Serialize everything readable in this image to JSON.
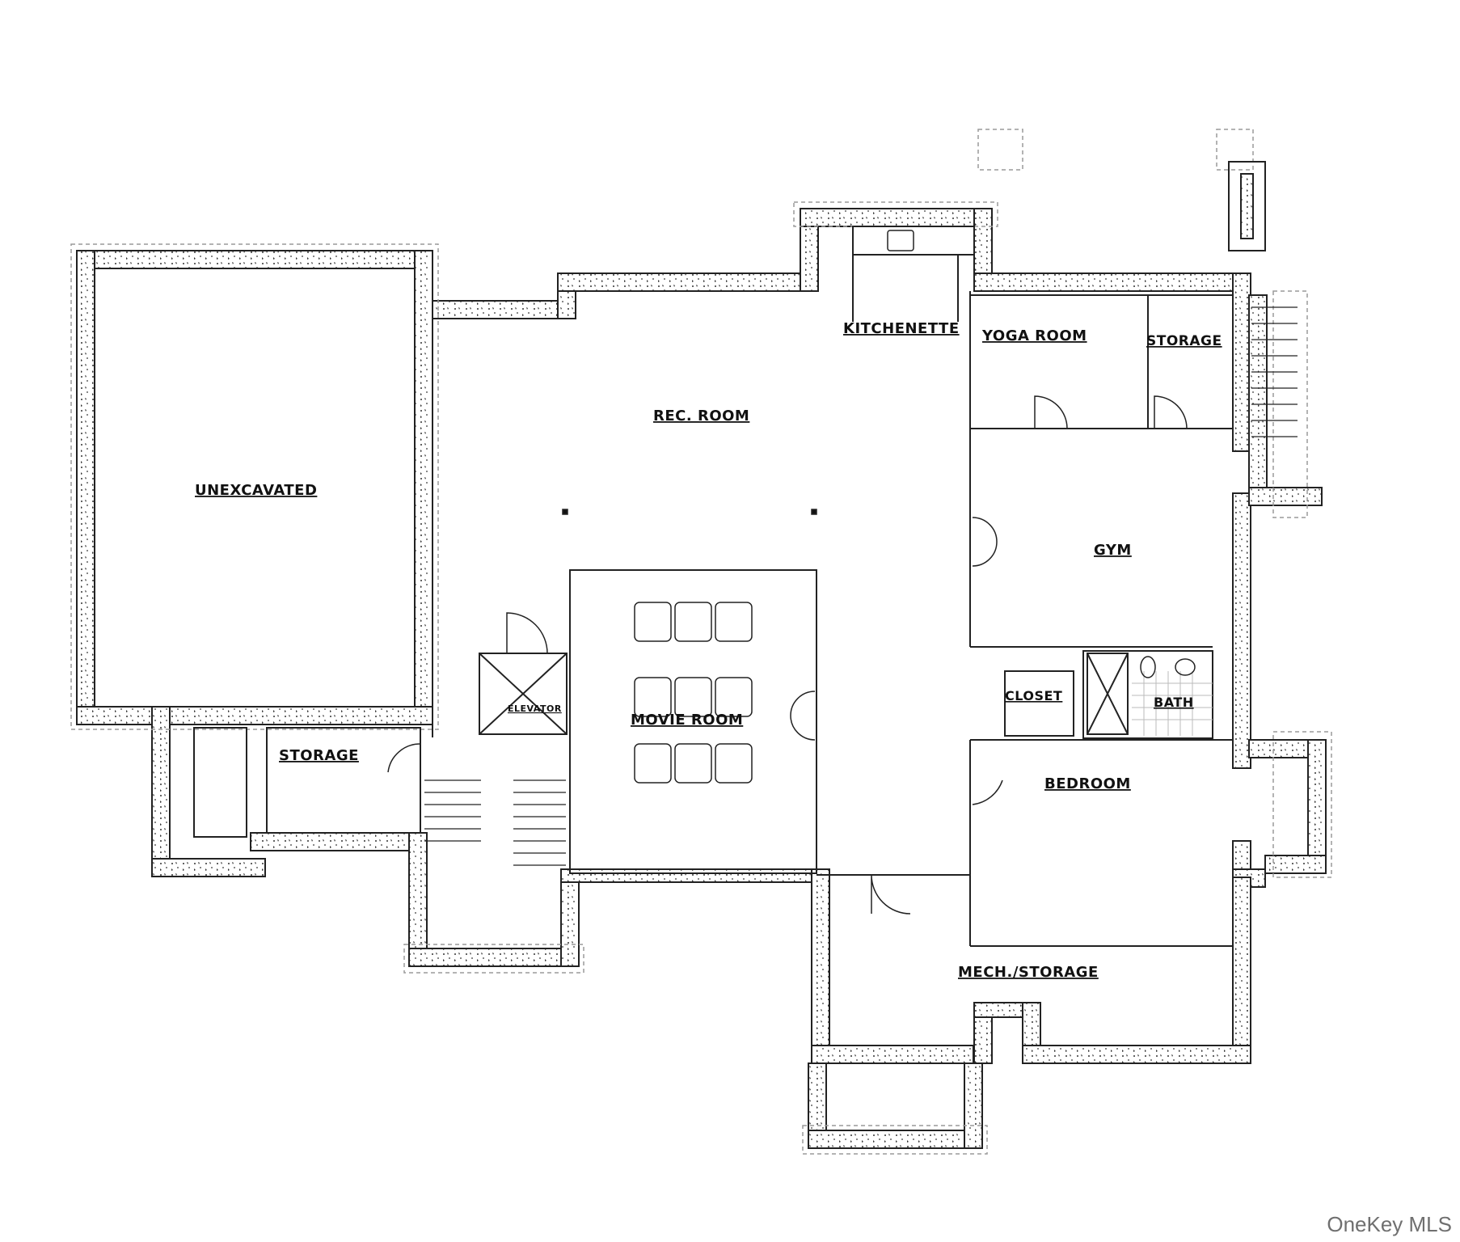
{
  "rooms": {
    "unexcavated": "UNEXCAVATED",
    "rec_room": "REC. ROOM",
    "kitchenette": "KITCHENETTE",
    "yoga_room": "YOGA ROOM",
    "storage_ne": "STORAGE",
    "gym": "GYM",
    "elevator": "ELEVATOR",
    "movie_room": "MOVIE ROOM",
    "closet": "CLOSET",
    "bath": "BATH",
    "storage_sw": "STORAGE",
    "bedroom": "BEDROOM",
    "mech_storage": "MECH./STORAGE"
  },
  "watermark": "OneKey MLS",
  "colors": {
    "line": "#222222",
    "dash": "#9a9a9a"
  }
}
